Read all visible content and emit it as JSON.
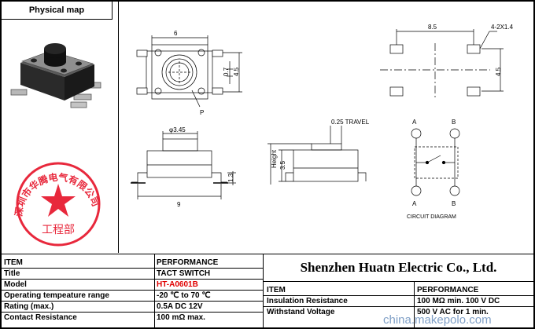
{
  "photo": {
    "title": "Physical map"
  },
  "stamp": {
    "ring_text": "深圳市华腾电气有限公司",
    "center_text": "工程部",
    "color": "#e8283c"
  },
  "dims": {
    "top_width": "6",
    "top_depth": "4.5",
    "top_inner": "0.7",
    "pin_label": "P",
    "pad_pitch": "8.5",
    "pad_size": "4-2X1.4",
    "pad_height": "4.5",
    "button_dia": "φ3.45",
    "body_height": "3.5",
    "side_small": "1.3",
    "width_9": "9",
    "travel": "0.25 TRAVEL",
    "height_label": "Height",
    "circuit_title": "CIRCUIT DIAGRAM",
    "pin_a_top": "A",
    "pin_b_top": "B",
    "pin_a_bottom": "A",
    "pin_b_bottom": "B"
  },
  "specs_left": [
    {
      "item": "ITEM",
      "value": "PERFORMANCE"
    },
    {
      "item": "Title",
      "value": "TACT SWITCH"
    },
    {
      "item": "Model",
      "value": "HT-A0601B"
    },
    {
      "item": "Operating tempeature range",
      "value": "-20 ℃ to 70 ℃"
    },
    {
      "item": "Rating (max.)",
      "value": "0.5A DC 12V"
    },
    {
      "item": "Contact Resistance",
      "value": "100 mΩ max."
    }
  ],
  "company": "Shenzhen Huatn Electric Co., Ltd.",
  "specs_right": [
    {
      "item": "ITEM",
      "value": "PERFORMANCE"
    },
    {
      "item": "Insulation Resistance",
      "value": "100 MΩ min. 100 V DC"
    },
    {
      "item": "Withstand Voltage",
      "value": "500 V AC for 1 min."
    }
  ],
  "watermark": "china.makepolo.com"
}
